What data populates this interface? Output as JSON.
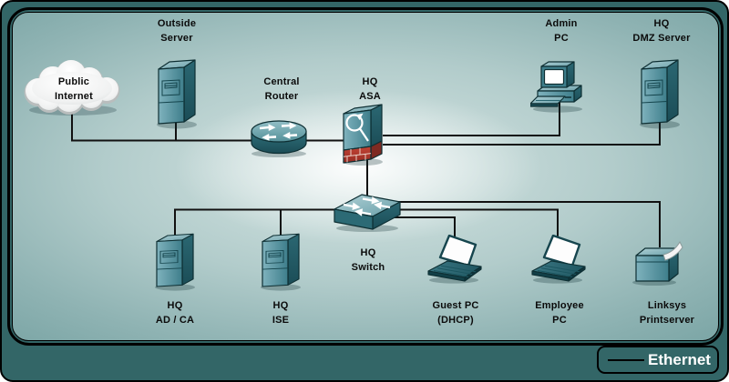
{
  "legend": {
    "label": "Ethernet"
  },
  "nodes": [
    {
      "id": "public-internet",
      "type": "cloud",
      "line1": "Public",
      "line2": "Internet"
    },
    {
      "id": "outside-server",
      "type": "server",
      "line1": "Outside",
      "line2": "Server"
    },
    {
      "id": "central-router",
      "type": "router",
      "line1": "Central",
      "line2": "Router"
    },
    {
      "id": "hq-asa",
      "type": "firewall",
      "line1": "HQ",
      "line2": "ASA"
    },
    {
      "id": "admin-pc",
      "type": "desktop",
      "line1": "Admin",
      "line2": "PC"
    },
    {
      "id": "hq-dmz-server",
      "type": "server",
      "line1": "HQ",
      "line2": "DMZ Server"
    },
    {
      "id": "hq-switch",
      "type": "switch",
      "line1": "HQ",
      "line2": "Switch"
    },
    {
      "id": "hq-ad-ca",
      "type": "server",
      "line1": "HQ",
      "line2": "AD / CA"
    },
    {
      "id": "hq-ise",
      "type": "server",
      "line1": "HQ",
      "line2": "ISE"
    },
    {
      "id": "guest-pc",
      "type": "laptop",
      "line1": "Guest PC",
      "line2": "(DHCP)"
    },
    {
      "id": "employee-pc",
      "type": "laptop",
      "line1": "Employee",
      "line2": "PC"
    },
    {
      "id": "linksys-printserver",
      "type": "printer",
      "line1": "Linksys",
      "line2": "Printserver"
    }
  ],
  "connections": [
    {
      "from": "public-internet",
      "to": "central-router"
    },
    {
      "from": "outside-server",
      "to": "central-router"
    },
    {
      "from": "central-router",
      "to": "hq-asa"
    },
    {
      "from": "hq-asa",
      "to": "admin-pc"
    },
    {
      "from": "hq-asa",
      "to": "hq-dmz-server"
    },
    {
      "from": "hq-asa",
      "to": "hq-switch"
    },
    {
      "from": "hq-switch",
      "to": "hq-ad-ca"
    },
    {
      "from": "hq-switch",
      "to": "hq-ise"
    },
    {
      "from": "hq-switch",
      "to": "guest-pc"
    },
    {
      "from": "hq-switch",
      "to": "employee-pc"
    },
    {
      "from": "hq-switch",
      "to": "linksys-printserver"
    }
  ],
  "colors": {
    "outer_background": "#336667",
    "canvas_edge": "#7ca6a6",
    "canvas_center": "#f2f7f6",
    "wire": "#111111",
    "device_teal": "#3f7f8c",
    "firewall_brick": "#b33528",
    "cloud": "#f0f2f2",
    "label_text": "#0b0b0b",
    "legend_text": "#ffffff"
  }
}
